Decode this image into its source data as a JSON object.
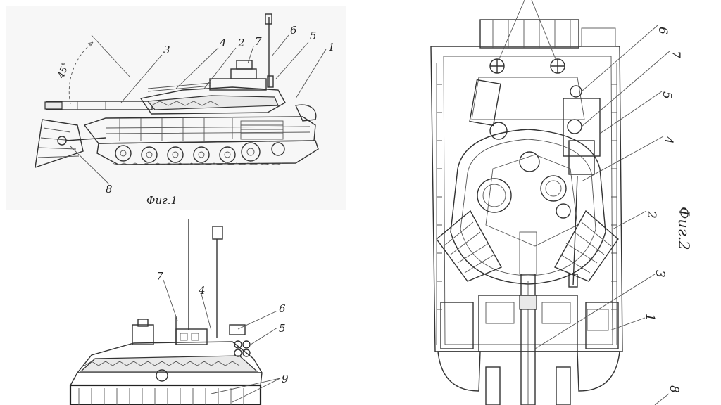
{
  "figures": {
    "fig1": {
      "caption": "Фиг.1",
      "angle": "45°",
      "callouts": [
        "1",
        "2",
        "3",
        "4",
        "5",
        "6",
        "7",
        "8"
      ]
    },
    "fig2": {
      "caption": "Фиг.2",
      "callouts": [
        "1",
        "2",
        "3",
        "4",
        "5",
        "6",
        "7",
        "8"
      ]
    },
    "fig3": {
      "callouts": [
        "4",
        "5",
        "6",
        "7",
        "9"
      ]
    }
  }
}
